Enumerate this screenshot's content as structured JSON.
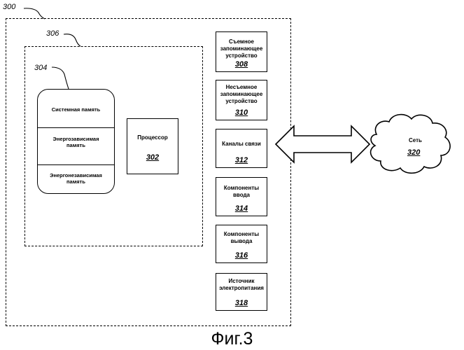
{
  "refs": {
    "device": "300",
    "system": "306",
    "memory": "304"
  },
  "memory": {
    "system_memory": "Системная память",
    "volatile_memory": "Энергозависимая память",
    "nonvolatile_memory": "Энергонезависимая память"
  },
  "processor": {
    "label": "Процессор",
    "num": "302"
  },
  "components": [
    {
      "label": "Съемное запоминающее устройство",
      "num": "308"
    },
    {
      "label": "Несъемное запоминающее устройство",
      "num": "310"
    },
    {
      "label": "Каналы связи",
      "num": "312"
    },
    {
      "label": "Компоненты ввода",
      "num": "314"
    },
    {
      "label": "Компоненты вывода",
      "num": "316"
    },
    {
      "label": "Источник электропитания",
      "num": "318"
    }
  ],
  "network": {
    "label": "Сеть",
    "num": "320"
  },
  "caption": "Фиг.3"
}
